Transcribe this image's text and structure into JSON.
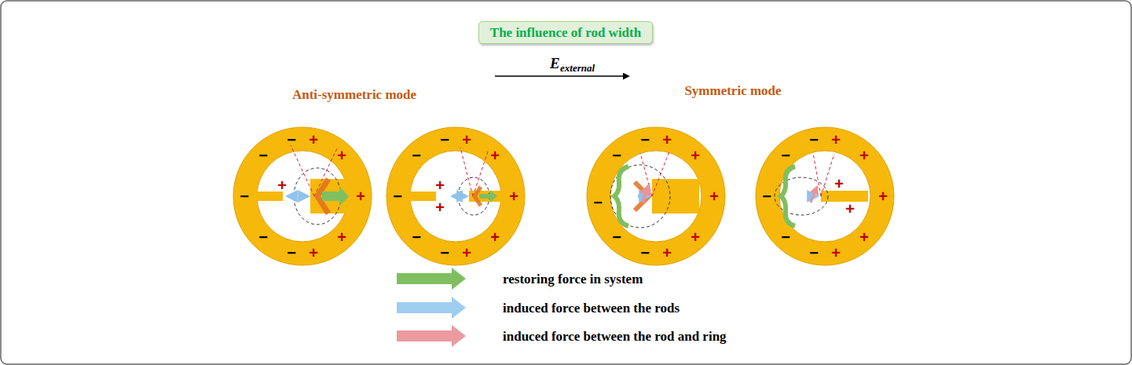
{
  "diagram": {
    "nodes": [
      {
        "text": [
          "The influence of rod width"
        ]
      }
    ],
    "labels": [
      "Anti-symmetric mode",
      "E",
      "external",
      "Symmetric mode",
      "−",
      "+",
      "−",
      "+",
      "−",
      "+",
      "+",
      "−",
      "+",
      "−",
      "+",
      "−",
      "+",
      "−",
      "+",
      "−",
      "+",
      "+",
      "+",
      "−",
      "+",
      "−",
      "+",
      "−",
      "+",
      "−",
      "+",
      "−",
      "+",
      "−",
      "+",
      "−",
      "+",
      "−",
      "+",
      "−",
      "+",
      "−",
      "+",
      "+",
      "+",
      "−",
      "+",
      "−",
      "+"
    ],
    "legend": [
      {
        "text": "restoring force in system"
      },
      {
        "text": "induced force between the rods"
      },
      {
        "text": "induced force between the rod and ring"
      }
    ]
  }
}
